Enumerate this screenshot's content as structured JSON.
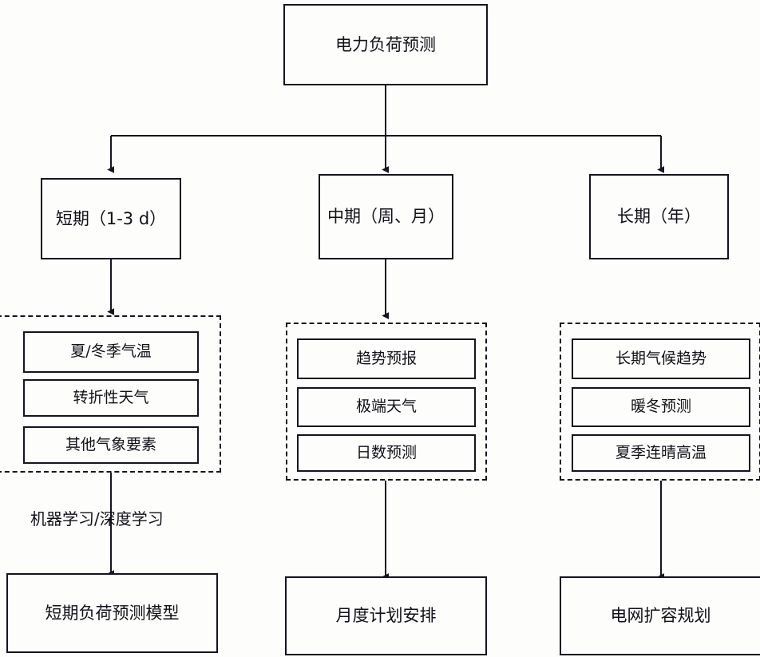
{
  "diagram": {
    "title_node": {
      "label": "电力负荷预测"
    },
    "tiers": [
      {
        "id": "short",
        "label": "短期（1-3 d）"
      },
      {
        "id": "medium",
        "label": "中期（周、月）"
      },
      {
        "id": "long",
        "label": "长期（年）"
      }
    ],
    "groups": [
      {
        "id": "short-factors",
        "items": [
          {
            "label": "夏/冬季气温"
          },
          {
            "label": "转折性天气"
          },
          {
            "label": "其他气象要素"
          }
        ]
      },
      {
        "id": "medium-factors",
        "items": [
          {
            "label": "趋势预报"
          },
          {
            "label": "极端天气"
          },
          {
            "label": "日数预测"
          }
        ]
      },
      {
        "id": "long-factors",
        "items": [
          {
            "label": "长期气候趋势"
          },
          {
            "label": "暖冬预测"
          },
          {
            "label": "夏季连晴高温"
          }
        ]
      }
    ],
    "edge_labels": [
      {
        "id": "ml-dl",
        "text": "机器学习/深度学习"
      }
    ],
    "outcomes": [
      {
        "id": "short-model",
        "label": "短期负荷预测模型"
      },
      {
        "id": "monthly-plan",
        "label": "月度计划安排"
      },
      {
        "id": "grid-expansion",
        "label": "电网扩容规划"
      }
    ],
    "colors": {
      "line": "#15151f",
      "text": "#111118",
      "background": "#fdfdfc"
    }
  }
}
